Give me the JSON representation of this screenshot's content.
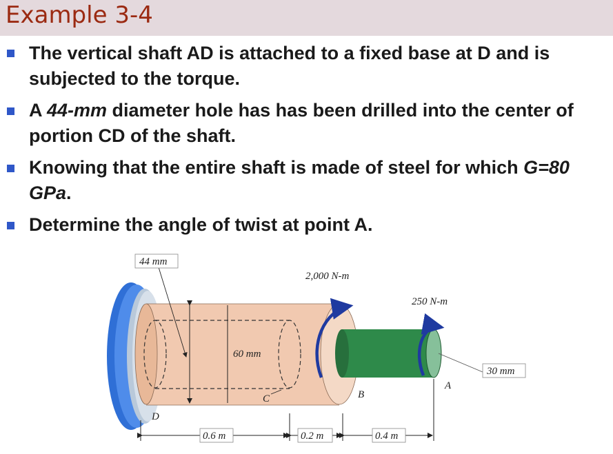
{
  "header": {
    "title": "Example 3-4"
  },
  "bullets": [
    {
      "pre": "The vertical shaft AD is attached to a fixed base at D and is subjected to the torque.",
      "it": "",
      "post": ""
    },
    {
      "pre": "A ",
      "it": "44-mm",
      "post": " diameter hole has has been drilled into the center of portion CD of the shaft."
    },
    {
      "pre": "Knowing that the entire shaft is made of steel for which ",
      "it": "G=80 GPa",
      "post": "."
    },
    {
      "pre": "Determine the angle of twist at point A.",
      "it": "",
      "post": ""
    }
  ],
  "figure": {
    "hole_diameter": "44 mm",
    "torque_b": "2,000 N-m",
    "torque_a": "250 N-m",
    "outer_diameter": "60 mm",
    "small_diameter": "30 mm",
    "point_a": "A",
    "point_b": "B",
    "point_c": "C",
    "point_d": "D",
    "len_cd": "0.6 m",
    "len_cb": "0.2 m",
    "len_ba": "0.4 m"
  },
  "colors": {
    "title": "#9b2a12",
    "title_bar": "#e4d9dd",
    "bullet_marker": "#2f57c8",
    "base_plate": "#3f7fe0",
    "large_shaft": "#f1c9b0",
    "small_shaft": "#2e8a4a",
    "torque_arrow": "#1f3aa0"
  }
}
